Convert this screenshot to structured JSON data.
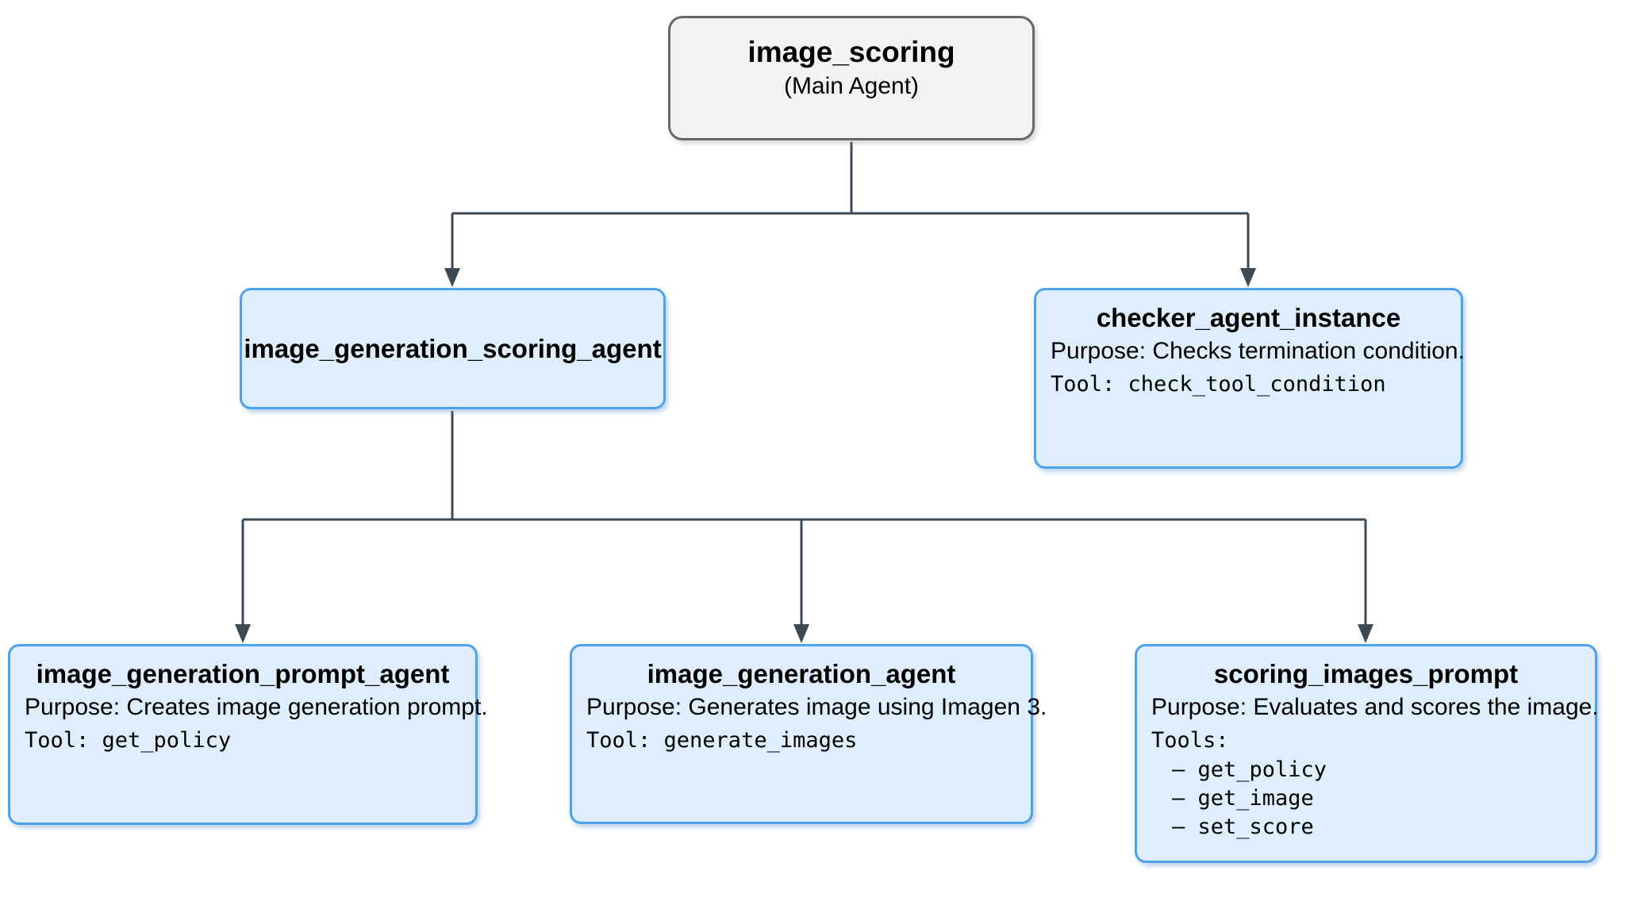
{
  "diagram": {
    "nodes": {
      "main": {
        "title": "image_scoring",
        "subtitle": "(Main Agent)"
      },
      "scoring_agent": {
        "title": "image_generation_scoring_agent"
      },
      "checker": {
        "title": "checker_agent_instance",
        "purpose": "Purpose: Checks termination condition.",
        "tool": "Tool: check_tool_condition"
      },
      "prompt_agent": {
        "title": "image_generation_prompt_agent",
        "purpose": "Purpose: Creates image generation prompt.",
        "tool": "Tool: get_policy"
      },
      "generation_agent": {
        "title": "image_generation_agent",
        "purpose": "Purpose: Generates image using Imagen 3.",
        "tool": "Tool: generate_images"
      },
      "scoring_prompt": {
        "title": "scoring_images_prompt",
        "purpose": "Purpose: Evaluates and scores the image.",
        "tools_label": "Tools:",
        "tools": [
          "– get_policy",
          "– get_image",
          "– set_score"
        ]
      }
    },
    "colors": {
      "node_fill": "#deeefc",
      "node_border": "#4da2ee",
      "main_fill": "#f2f2f2",
      "main_border": "#63686c",
      "connector": "#3d4a54"
    }
  }
}
